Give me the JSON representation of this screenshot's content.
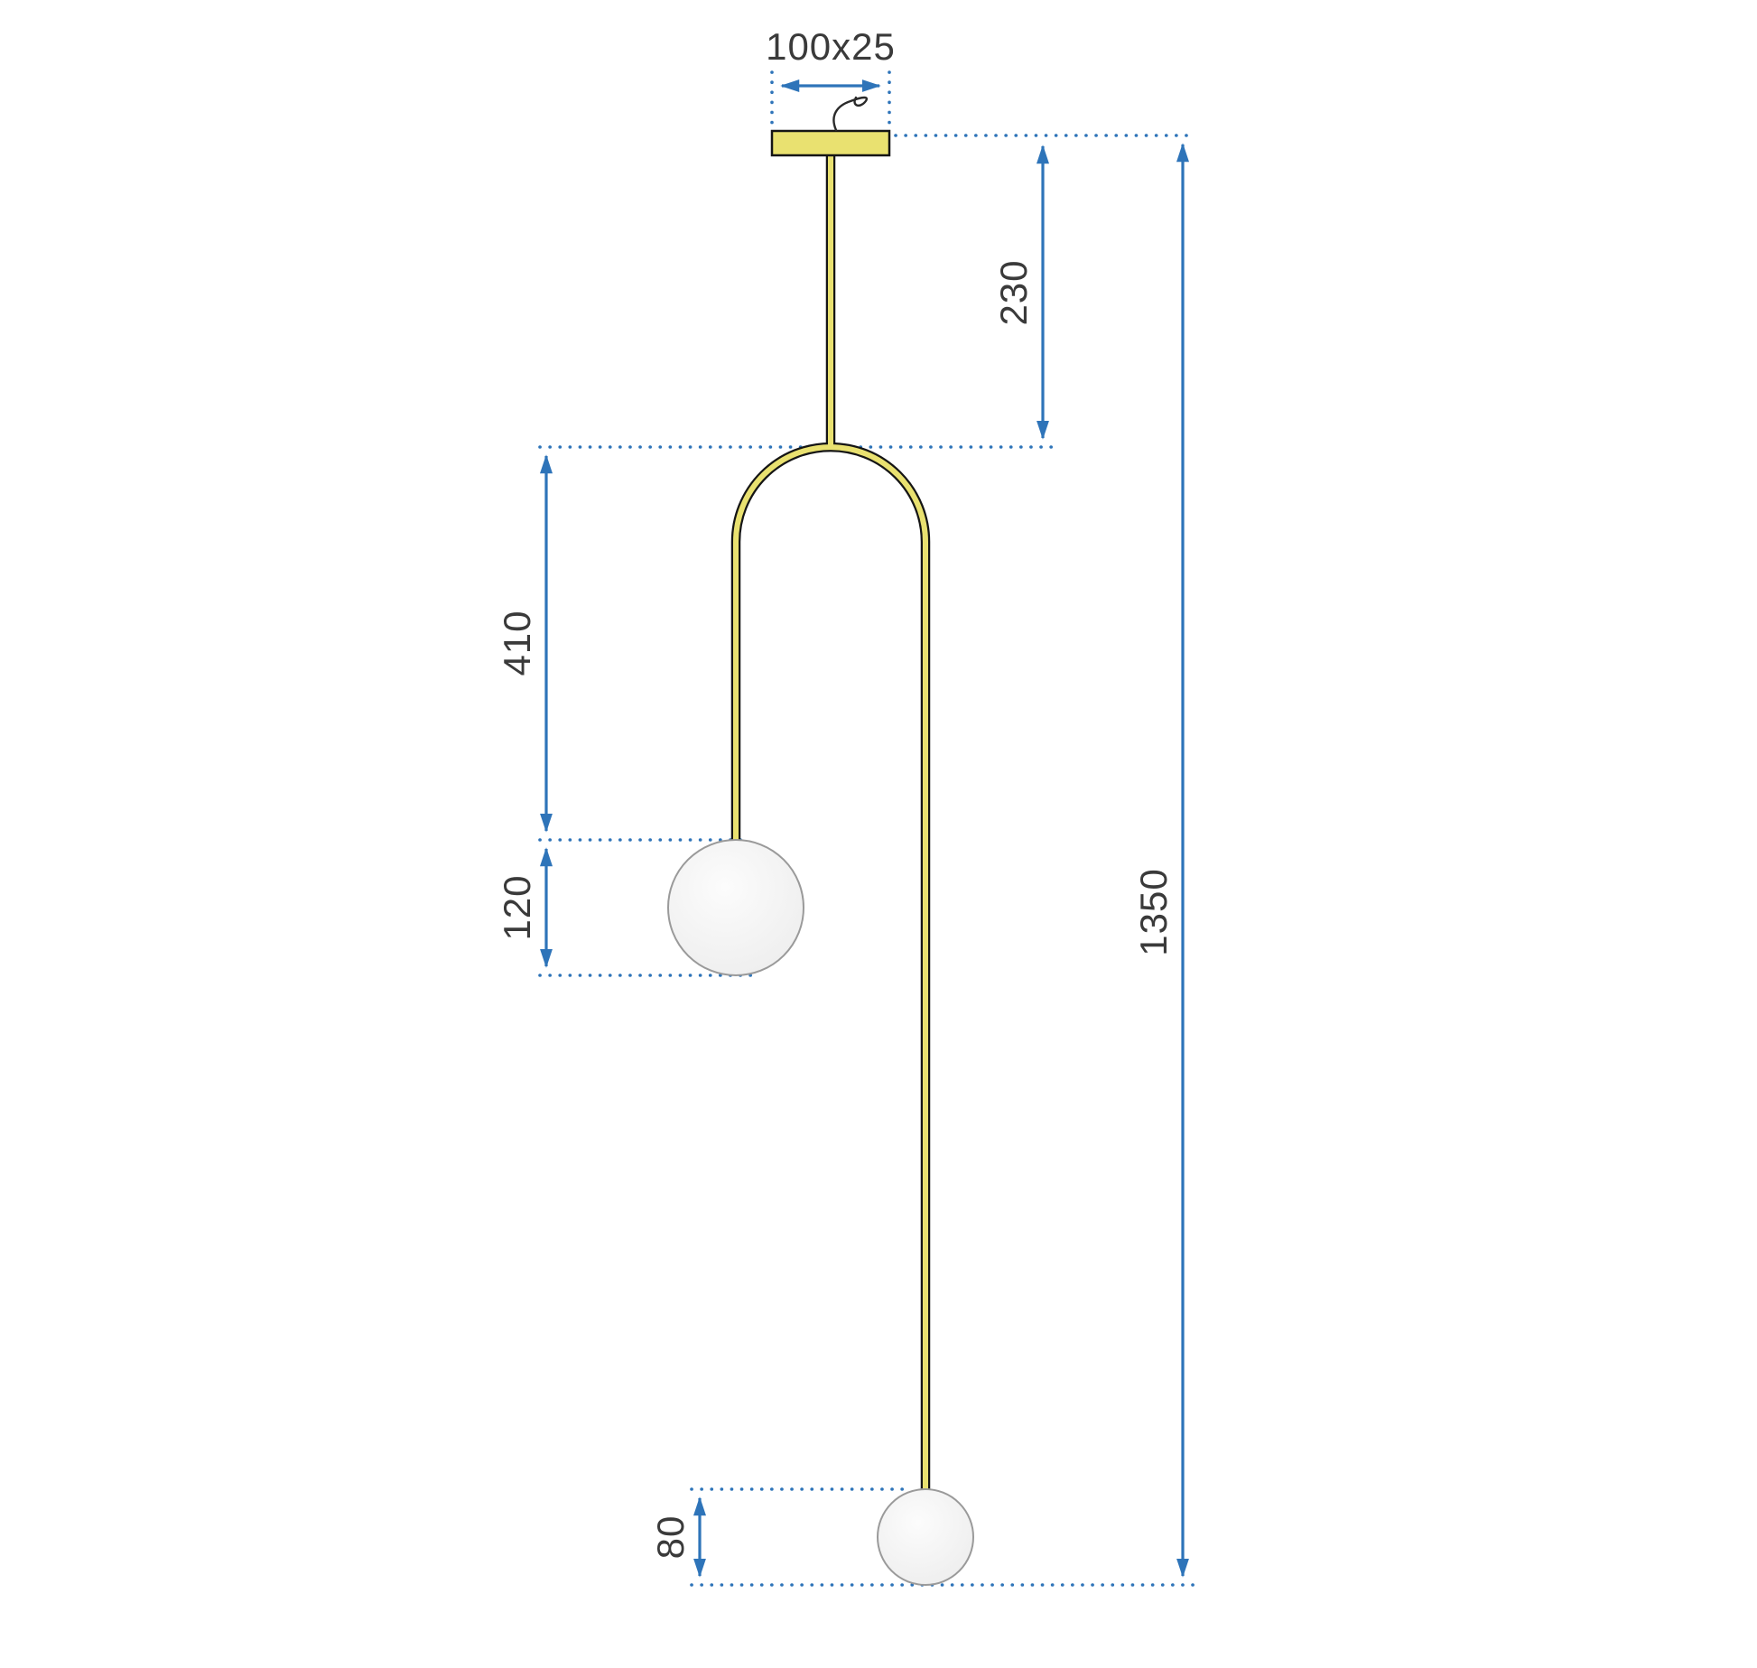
{
  "diagram": {
    "subject": "ceiling pendant lamp technical dimension drawing",
    "dimensions": {
      "canopy_plate": "100x25",
      "ceiling_to_arch": "230",
      "arch_to_ball": "410",
      "ball_diameter": "120",
      "total_height": "1350",
      "bottom_ball_offset": "80"
    },
    "colors": {
      "dimension_blue": "#2e74b9",
      "label_color": "#3a3a3a",
      "tube_gold": "#e9e170",
      "tube_outline": "#151515",
      "ball_fill": "#f3f3f3",
      "ball_stroke": "#9a9a9a",
      "background": "#ffffff"
    }
  }
}
